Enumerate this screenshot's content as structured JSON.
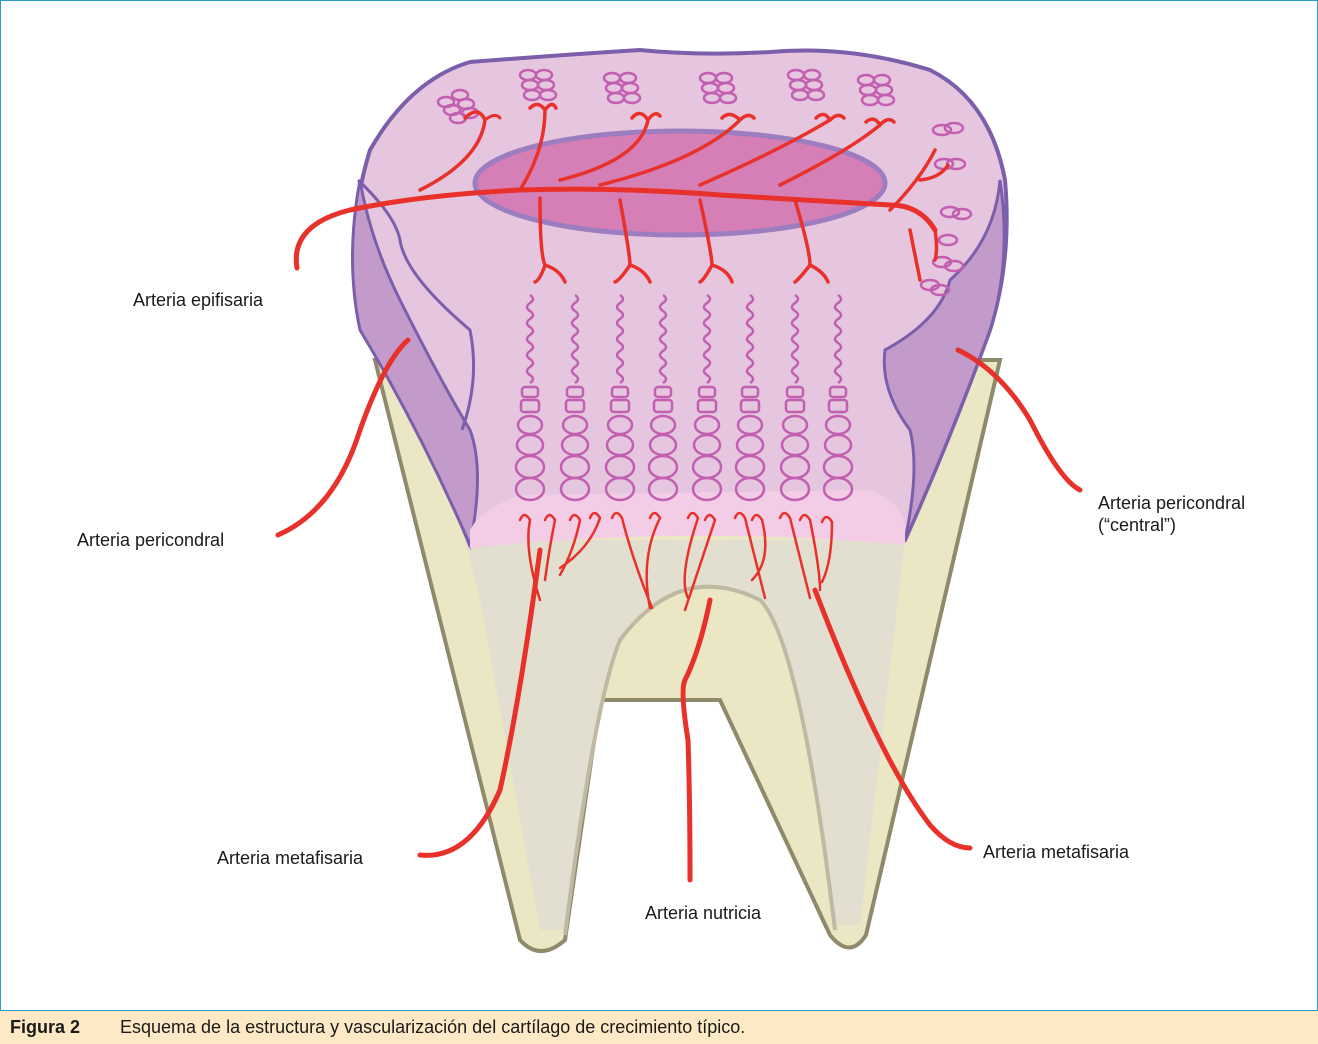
{
  "labels": {
    "epifisaria": "Arteria epifisaria",
    "pericondral_left": "Arteria pericondral",
    "pericondral_right_line1": "Arteria pericondral",
    "pericondral_right_line2": "(“central”)",
    "metafisaria_left": "Arteria metafisaria",
    "metafisaria_right": "Arteria metafisaria",
    "nutricia": "Arteria nutricia"
  },
  "caption": {
    "number": "Figura 2",
    "text": "Esquema de la estructura y vascularización del cartílago de crecimiento típico."
  },
  "colors": {
    "artery": "#e8312a",
    "cartilage_fill": "#e6c5de",
    "perichondrium": "#c39bca",
    "outline": "#7b5fab",
    "ossification_center": "#d67fb6",
    "chondrocyte": "#c25fb0",
    "bone_cortex": "#ebe6c4",
    "metaphysis": "#e2dfd1",
    "bone_outline": "#8f8a6b",
    "caption_bg": "#fde9c5",
    "frame": "#2a9bc9"
  }
}
